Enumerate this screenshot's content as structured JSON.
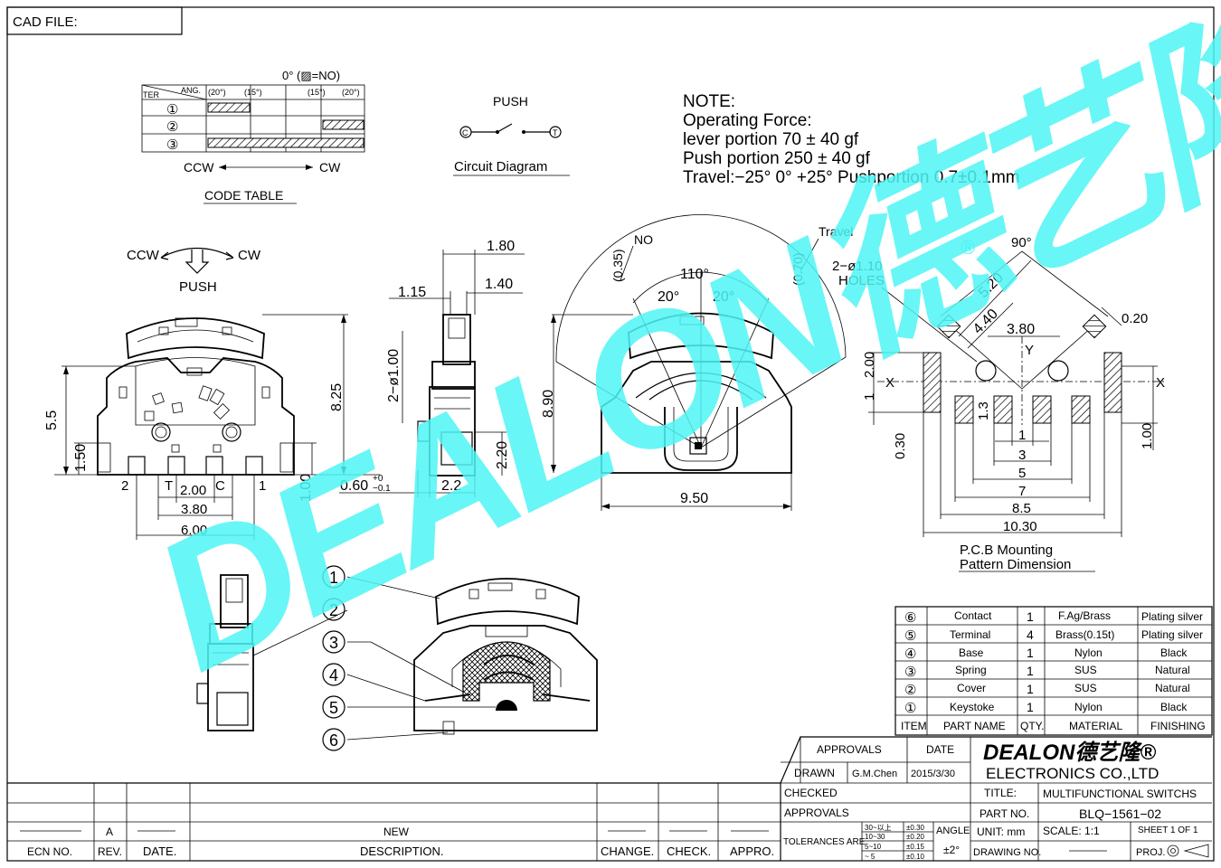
{
  "header": {
    "cad_label": "CAD FILE:"
  },
  "code_table": {
    "legend": "0° (▨=NO)",
    "col_head": "ANG.",
    "row_head": "TER",
    "angles": [
      "(20°)",
      "(15°)",
      "(15°)",
      "(20°)"
    ],
    "terminals": [
      "①",
      "②",
      "③"
    ],
    "ccw": "CCW",
    "cw": "CW",
    "title": "CODE TABLE"
  },
  "circuit": {
    "push": "PUSH",
    "caption": "Circuit Diagram"
  },
  "note": {
    "lines": [
      "NOTE:",
      "Operating  Force:",
      "lever  portion  70  ±  40  gf",
      "Push  portion  250  ±  40  gf",
      "Travel:−25°  0°  +25°  Pushportion  0.7±0.1mm"
    ]
  },
  "front_view": {
    "ccw": "CCW",
    "cw": "CW",
    "push": "PUSH",
    "dims": {
      "h_total": "8.25",
      "h_body": "5.5",
      "h_pin": "1.50",
      "base": "1.00",
      "pitch": "2.00",
      "span1": "3.80",
      "span2": "6.00"
    },
    "pins": [
      "2",
      "T",
      "C",
      "1"
    ]
  },
  "side_view": {
    "dims": {
      "top": "1.80",
      "left": "1.15",
      "right": "1.40",
      "hole": "2−ø1.00",
      "h": "2.20",
      "foot": "0.60",
      "foot_tol_up": "+0",
      "foot_tol_dn": "−0.1",
      "w": "2.2"
    }
  },
  "angle_view": {
    "dims": {
      "no": "NO",
      "d035": "(0.35)",
      "travel": "Travel",
      "d070": "(0.70)",
      "a110": "110°",
      "a20l": "20°",
      "a20r": "20°",
      "h": "8.90",
      "w": "9.50"
    }
  },
  "pcb": {
    "holes": "2−ø1.10",
    "holes2": "HOLES",
    "dims": {
      "a90": "90°",
      "d520": "5.20",
      "d440": "4.40",
      "d380": "3.80",
      "d020": "0.20",
      "d200": "2.00",
      "d13": "1.3",
      "d030": "0.30",
      "d1": "1",
      "d100": "1.00",
      "d1b": "1",
      "d3": "3",
      "d5": "5",
      "d7": "7",
      "d85": "8.5",
      "d1030": "10.30"
    },
    "axis_x": "X",
    "axis_y": "Y",
    "caption1": "P.C.B  Mounting",
    "caption2": "Pattern  Dimension"
  },
  "balloons": [
    "1",
    "2",
    "3",
    "4",
    "5",
    "6"
  ],
  "parts": {
    "headers": [
      "ITEM",
      "PART NAME",
      "QTY.",
      "MATERIAL",
      "FINISHING"
    ],
    "rows": [
      {
        "item": "⑥",
        "name": "Contact",
        "qty": "1",
        "material": "F.Ag/Brass",
        "finish": "Plating silver"
      },
      {
        "item": "⑤",
        "name": "Terminal",
        "qty": "4",
        "material": "Brass(0.15t)",
        "finish": "Plating silver"
      },
      {
        "item": "④",
        "name": "Base",
        "qty": "1",
        "material": "Nylon",
        "finish": "Black"
      },
      {
        "item": "③",
        "name": "Spring",
        "qty": "1",
        "material": "SUS",
        "finish": "Natural"
      },
      {
        "item": "②",
        "name": "Cover",
        "qty": "1",
        "material": "SUS",
        "finish": "Natural"
      },
      {
        "item": "①",
        "name": "Keystoke",
        "qty": "1",
        "material": "Nylon",
        "finish": "Black"
      }
    ]
  },
  "title_block": {
    "approvals": "APPROVALS",
    "date": "DATE",
    "drawn": "DRAWN",
    "drawn_by": "G.M.Chen",
    "drawn_date": "2015/3/30",
    "checked": "CHECKED",
    "approvals2": "APPROVALS",
    "logo": "DEALON德艺隆®",
    "company": "ELECTRONICS  CO.,LTD",
    "title_label": "TITLE:",
    "title": "MULTIFUNCTIONAL  SWITCHS",
    "part_label": "PART  NO.",
    "part_no": "BLQ−1561−02",
    "tolerances": "TOLERANCES  ARE",
    "tol_ranges": [
      "30~以上",
      "10~30",
      "5~10",
      "~ 5"
    ],
    "tol_values": [
      "±0.30",
      "±0.20",
      "±0.15",
      "±0.10"
    ],
    "angle": "ANGLE",
    "angle_tol": "±2°",
    "unit": "UNIT:  mm",
    "scale": "SCALE:    1:1",
    "sheet": "SHEET    1  OF  1",
    "drawing_no": "DRAWING  NO.",
    "proj": "PROJ."
  },
  "revision": {
    "rev": "A",
    "desc": "NEW",
    "headers": [
      "ECN  NO.",
      "REV.",
      "DATE.",
      "DESCRIPTION.",
      "CHANGE.",
      "CHECK.",
      "APPRO."
    ]
  },
  "watermark": "DEALON德艺隆"
}
